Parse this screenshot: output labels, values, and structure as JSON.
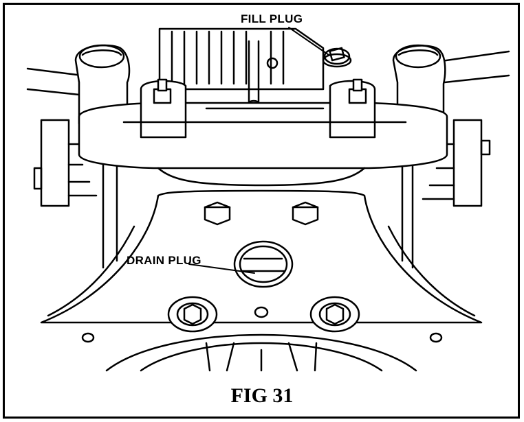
{
  "callouts": {
    "fill_plug": "FILL PLUG",
    "drain_plug": "DRAIN PLUG"
  },
  "caption": "FIG 31",
  "colors": {
    "ink": "#000000",
    "paper": "#ffffff"
  }
}
